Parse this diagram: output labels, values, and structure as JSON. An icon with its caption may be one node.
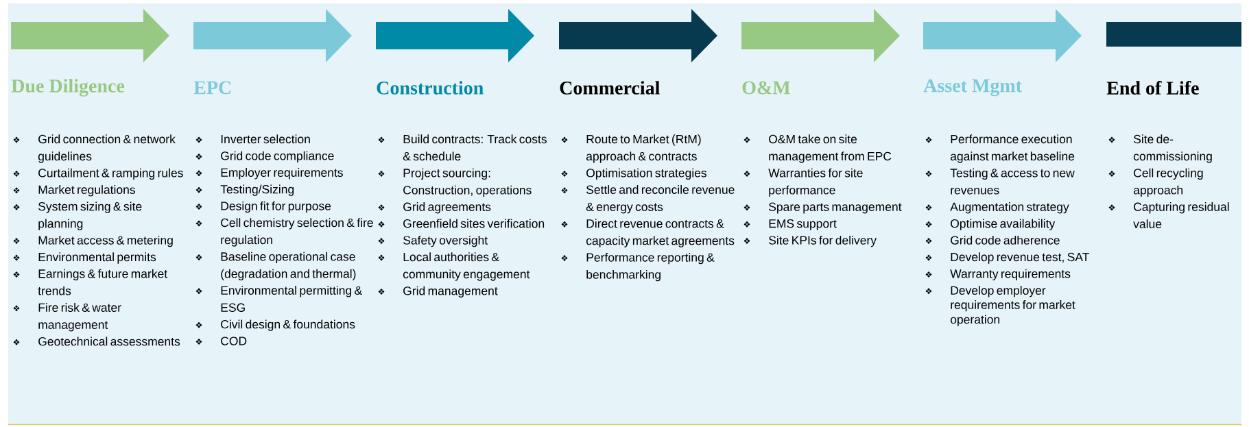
{
  "diagram": {
    "nodes": [
      {
        "text": [
          "Due Diligence",
          "Grid connection & network guidelines",
          "Curtailment & ramping rules",
          "Market regulations",
          "System sizing & site planning",
          "Market access & metering",
          "Environmental permits",
          "Earnings & future market trends",
          "Fire risk & water management",
          "Geotechnical assessments"
        ]
      },
      {
        "text": [
          "EPC",
          "Inverter selection",
          "Grid code compliance",
          "Employer requirements",
          "Testing/Sizing",
          "Design fit for purpose",
          "Cell chemistry selection & fire regulation",
          "Baseline operational case (degradation and thermal)",
          "Environmental permitting & ESG",
          "Civil design & foundations",
          "COD"
        ]
      },
      {
        "text": [
          "Construction",
          "Build contracts: Track costs & schedule",
          "Project sourcing: Construction, operations",
          "Grid agreements",
          "Greenfield sites verification",
          "Safety oversight",
          "Local authorities & community engagement",
          "Grid management"
        ]
      },
      {
        "text": [
          "Commercial",
          "Route to Market (RtM) approach & contracts",
          "Optimisation strategies",
          "Settle and reconcile revenue & energy costs",
          "Direct revenue contracts & capacity market agreements",
          "Performance reporting & benchmarking"
        ]
      },
      {
        "text": [
          "O&M",
          "O&M take on site management from EPC",
          "Warranties for site performance",
          "Spare parts management",
          "EMS support",
          "Site KPIs for delivery"
        ]
      },
      {
        "text": [
          "Asset Mgmt",
          "Performance execution against market baseline",
          "Testing & access to new revenues",
          "Augmentation strategy",
          "Optimise availability",
          "Grid code adherence",
          "Develop revenue test, SAT",
          "Warranty requirements",
          "Develop employer requirements for market operation"
        ]
      },
      {
        "text": [
          "End of Life",
          "Site de-commissioning",
          "Cell recycling approach",
          "Capturing residual value"
        ]
      }
    ]
  }
}
